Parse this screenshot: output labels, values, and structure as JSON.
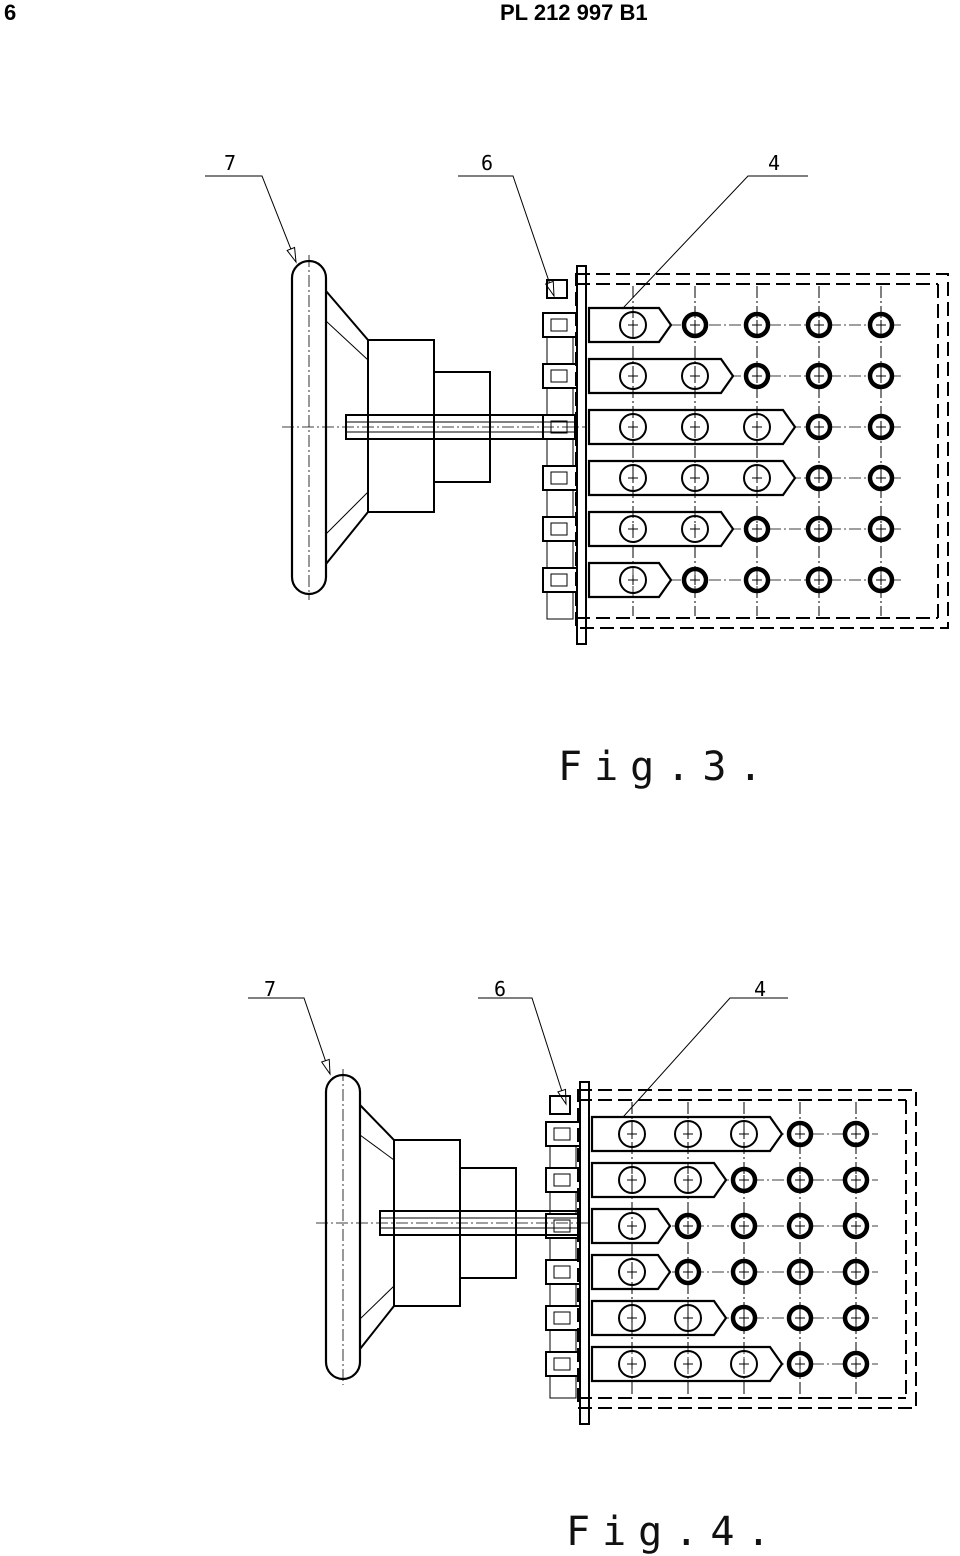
{
  "header": {
    "page_number": "6",
    "patent_number": "PL 212 997 B1"
  },
  "figures": [
    {
      "id": "fig3",
      "caption": "Fig.3.",
      "callouts": [
        "7",
        "6",
        "4"
      ],
      "grid_rows": 6,
      "grid_cols": 5,
      "carrier_lengths": [
        1,
        2,
        3,
        3,
        2,
        1
      ]
    },
    {
      "id": "fig4",
      "caption": "Fig.4.",
      "callouts": [
        "7",
        "6",
        "4"
      ],
      "grid_rows": 6,
      "grid_cols": 5,
      "carrier_lengths": [
        3,
        2,
        1,
        1,
        2,
        3
      ]
    }
  ]
}
